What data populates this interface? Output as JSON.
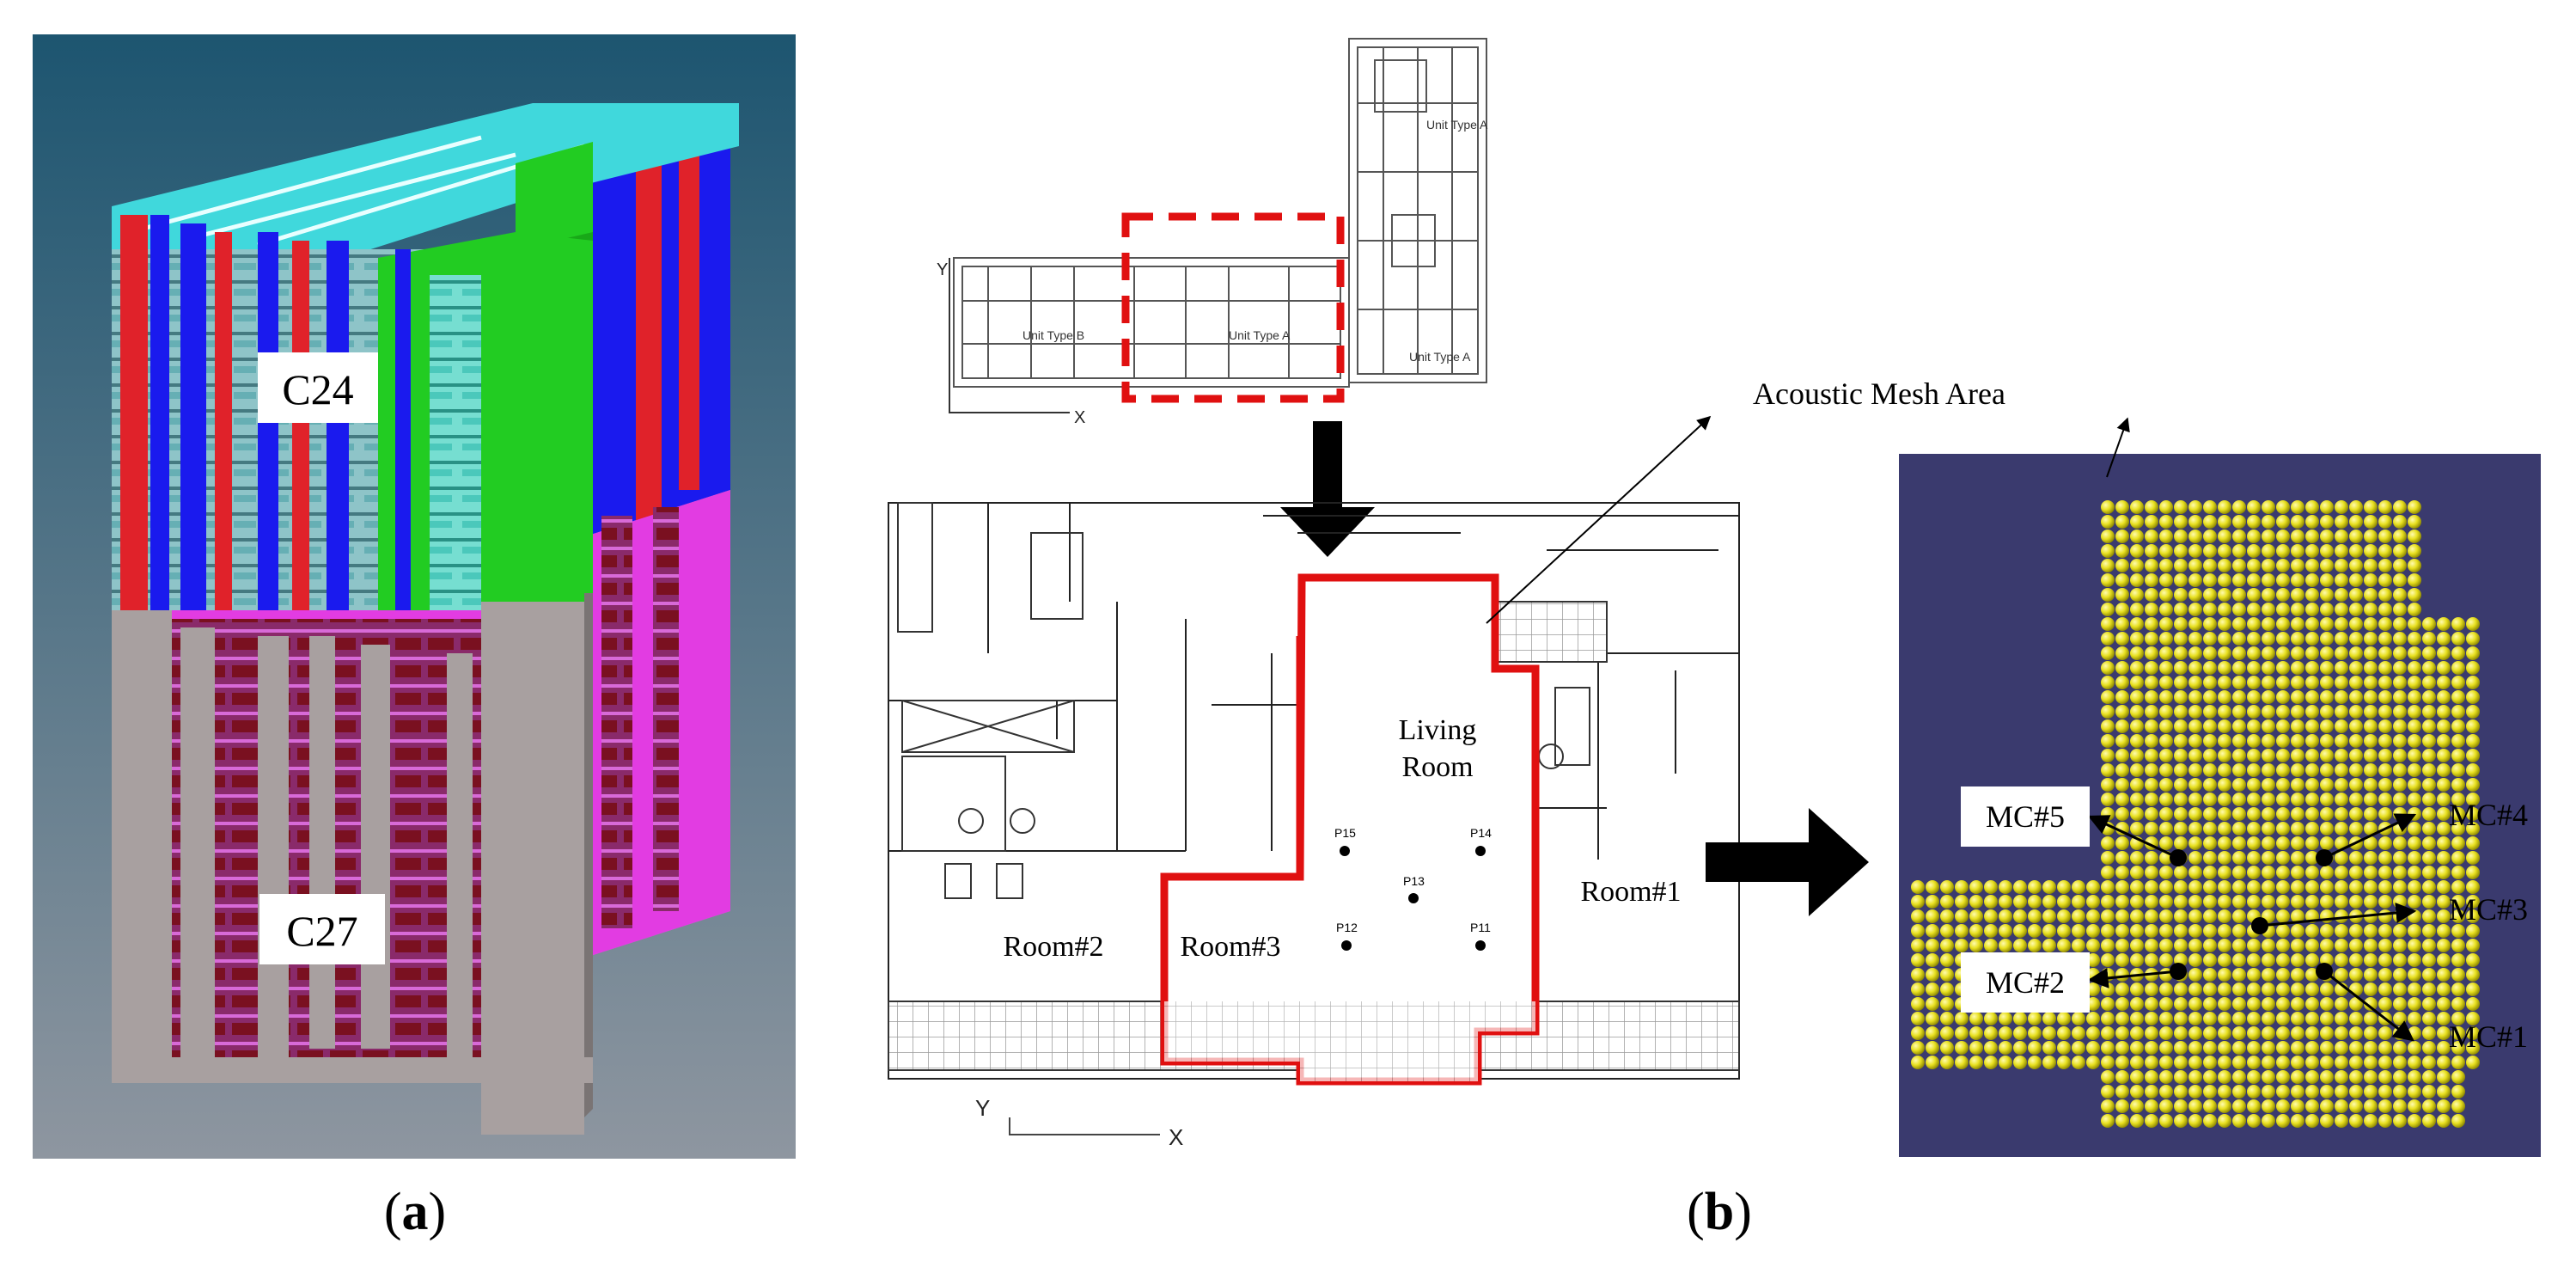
{
  "panel_a": {
    "caption_open": "(",
    "caption_letter": "a",
    "caption_close": ")",
    "label_upper": "C24",
    "label_lower": "C27",
    "colors": {
      "sky_top": "#1d5570",
      "sky_bottom": "#8c94a0",
      "red": "#e0222a",
      "blue": "#1a1aee",
      "green": "#22cc22",
      "cyan": "#40d8dc",
      "magenta": "#e23ce2",
      "gray": "#a8a0a0",
      "maroon": "#7a1020"
    }
  },
  "panel_b": {
    "caption_open": "(",
    "caption_letter": "b",
    "caption_close": ")",
    "key_plan": {
      "axis_y": "Y",
      "axis_x": "X",
      "unit_labels": [
        "Unit Type B",
        "Unit Type A",
        "Unit Type A",
        "Unit Type A"
      ]
    },
    "floor_plan": {
      "rooms": {
        "living": [
          "Living",
          "Room"
        ],
        "room1": "Room#1",
        "room2": "Room#2",
        "room3": "Room#3"
      },
      "points": [
        "P15",
        "P14",
        "P13",
        "P12",
        "P11"
      ],
      "axis_y": "Y",
      "axis_x": "X"
    },
    "mesh": {
      "title": "Acoustic Mesh Area",
      "background": "#3a3a6e",
      "ball_color": "#e8e020",
      "labels": [
        "MC#5",
        "MC#4",
        "MC#3",
        "MC#2",
        "MC#1"
      ]
    },
    "outline_color": "#e01010"
  }
}
